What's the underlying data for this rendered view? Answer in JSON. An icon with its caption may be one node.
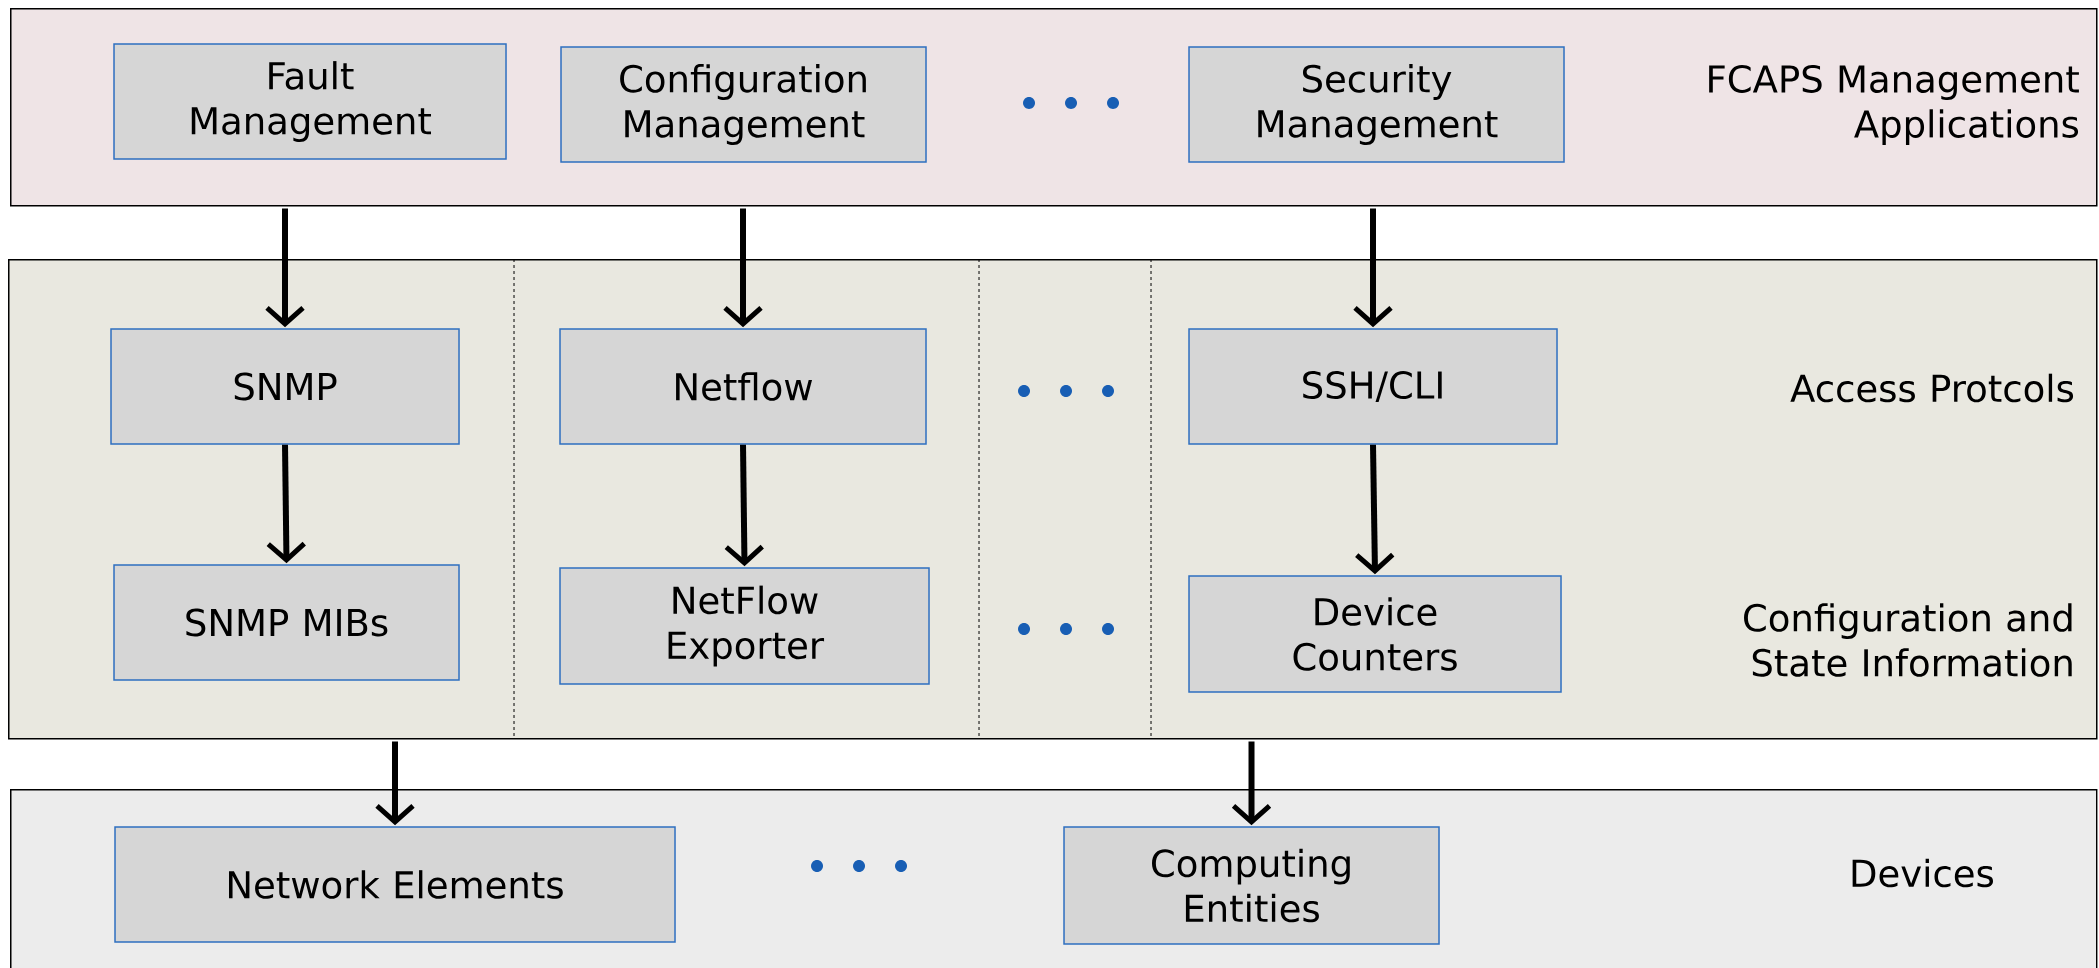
{
  "diagram": {
    "nodes": [
      {
        "text": [
          "FCAPS Management Applications"
        ]
      },
      {
        "text": [
          "Fault Management"
        ],
        "in": 0
      },
      {
        "text": [
          "Configuration Management"
        ],
        "in": 0
      },
      {
        "text": [
          "Security Management"
        ],
        "in": 0
      },
      {
        "text": [
          "Access Protcols",
          "Configuration and State Information"
        ]
      },
      {
        "text": [
          "SNMP"
        ],
        "in": 4
      },
      {
        "text": [
          "Netflow"
        ],
        "in": 4
      },
      {
        "text": [
          "SSH/CLI"
        ],
        "in": 4
      },
      {
        "text": [
          "SNMP MIBs"
        ],
        "in": 4
      },
      {
        "text": [
          "NetFlow Exporter"
        ],
        "in": 4
      },
      {
        "text": [
          "Device Counters"
        ],
        "in": 4
      },
      {
        "text": [
          "Devices"
        ]
      },
      {
        "text": [
          "Network Elements"
        ],
        "in": 11
      },
      {
        "text": [
          "Computing Entities"
        ],
        "in": 11
      }
    ],
    "edges": [
      {
        "from": 0,
        "to": 5,
        "arrow": "to"
      },
      {
        "from": 0,
        "to": 6,
        "arrow": "to"
      },
      {
        "from": 0,
        "to": 7,
        "arrow": "to"
      },
      {
        "from": 5,
        "to": 8,
        "arrow": "to"
      },
      {
        "from": 6,
        "to": 9,
        "arrow": "to"
      },
      {
        "from": 7,
        "to": 10,
        "arrow": "to"
      },
      {
        "from": 4,
        "to": 12,
        "arrow": "to"
      },
      {
        "from": 4,
        "to": 13,
        "arrow": "to"
      }
    ]
  }
}
